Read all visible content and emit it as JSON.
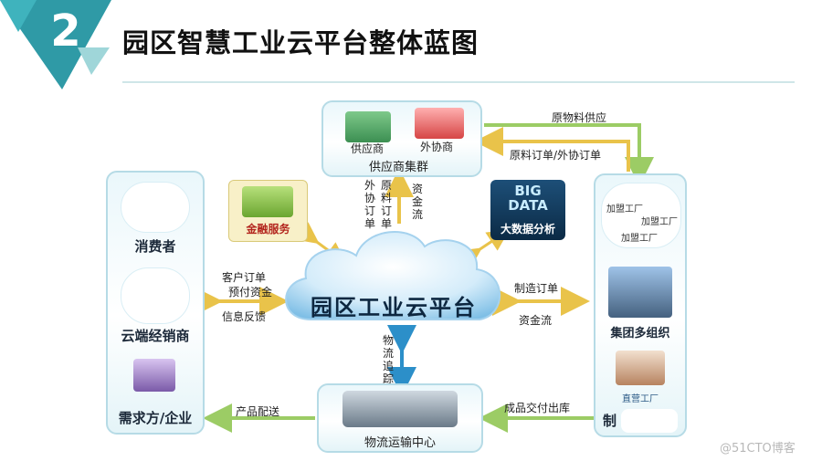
{
  "header": {
    "number": "2",
    "title": "园区智慧工业云平台整体蓝图"
  },
  "center": {
    "label": "园区工业云平台"
  },
  "supplier": {
    "panel_label": "供应商集群",
    "item_supplier": "供应商",
    "item_outsource": "外协商"
  },
  "consumer_panel": {
    "consumer": "消费者",
    "dealer": "云端经销商",
    "enterprise": "需求方/企业"
  },
  "factory_panel": {
    "factory_a": "加盟工厂",
    "factory_b": "加盟工厂",
    "factory_c": "加盟工厂",
    "group": "集团多组织",
    "direct": "直营工厂",
    "make": "制"
  },
  "finance": {
    "label": "金融服务"
  },
  "bigdata": {
    "label": "大数据分析",
    "big": "BIG",
    "data": "DATA"
  },
  "logistics": {
    "label": "物流运输中心"
  },
  "flows": {
    "raw_supply": "原物料供应",
    "raw_order": "原料订单/外协订单",
    "outsource_order_v": "外协订单",
    "raw_order_v": "原料订单",
    "capital_v": "资金流",
    "customer_order": "客户订单",
    "prepay": "预付资金",
    "feedback": "信息反馈",
    "mfg_order": "制造订单",
    "capital": "资金流",
    "tracking_v": "物流追踪",
    "delivery_out": "成品交付出库",
    "product_delivery": "产品配送"
  },
  "watermark": {
    "text": "@51CTO博客"
  },
  "colors": {
    "teal": "#2f9aa6",
    "arrow_yellow": "#e9c34a",
    "arrow_green": "#9ccc65",
    "arrow_blue": "#2c8fc9"
  }
}
